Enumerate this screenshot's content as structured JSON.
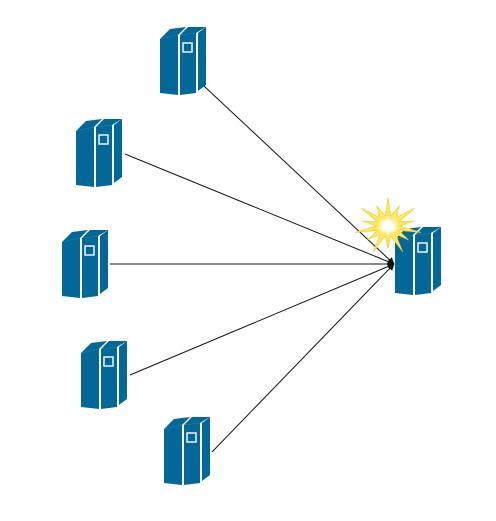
{
  "diagram": {
    "type": "network-topology",
    "colors": {
      "server": "#036897",
      "edge": "#111111",
      "burst_outer": "#fde86a",
      "burst_inner": "#fffbe0"
    },
    "nodes": [
      {
        "id": "source-server-1",
        "icon": "server-tower-icon"
      },
      {
        "id": "source-server-2",
        "icon": "server-tower-icon"
      },
      {
        "id": "source-server-3",
        "icon": "server-tower-icon"
      },
      {
        "id": "source-server-4",
        "icon": "server-tower-icon"
      },
      {
        "id": "source-server-5",
        "icon": "server-tower-icon"
      },
      {
        "id": "target-server",
        "icon": "server-tower-icon",
        "status_icon": "burst-icon"
      }
    ],
    "edges": [
      {
        "from": "source-server-1",
        "to": "target-server",
        "arrow": "end"
      },
      {
        "from": "source-server-2",
        "to": "target-server",
        "arrow": "end"
      },
      {
        "from": "source-server-3",
        "to": "target-server",
        "arrow": "end"
      },
      {
        "from": "source-server-4",
        "to": "target-server",
        "arrow": "end"
      },
      {
        "from": "source-server-5",
        "to": "target-server",
        "arrow": "end"
      }
    ]
  }
}
